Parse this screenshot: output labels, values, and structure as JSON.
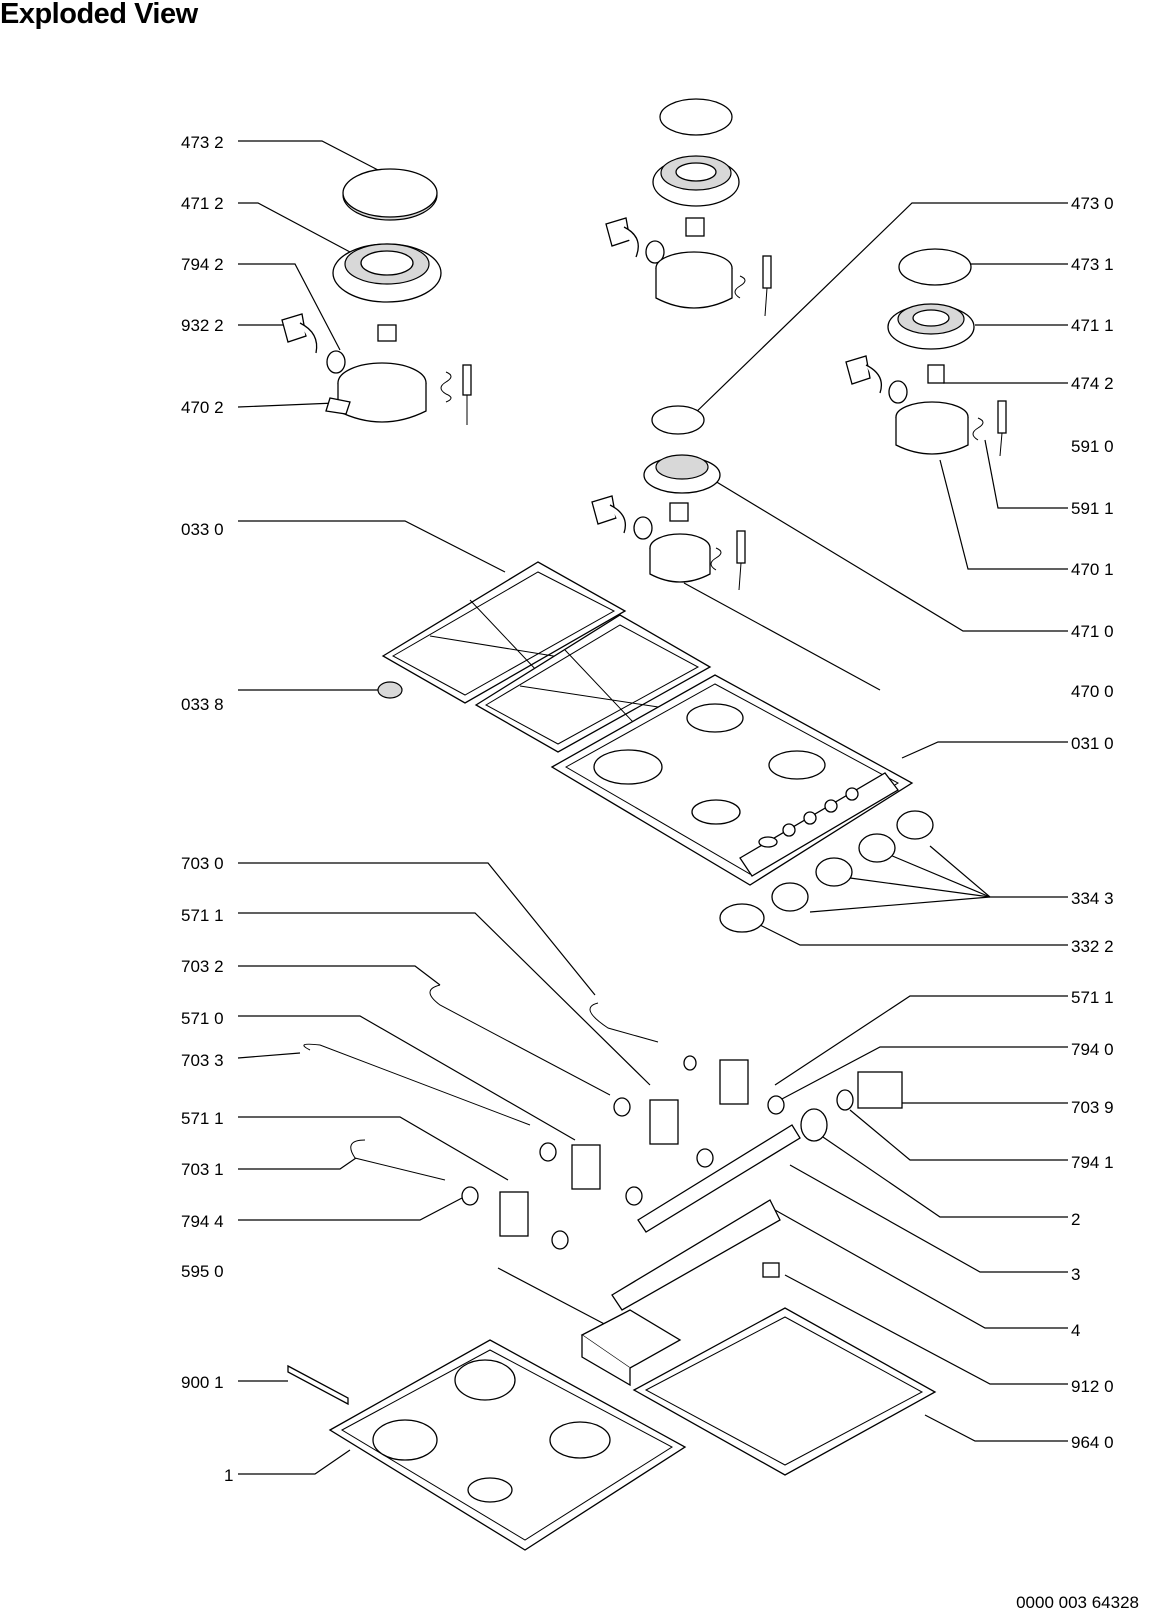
{
  "title": "Exploded View",
  "document_number": "0000 003 64328",
  "labels_left": [
    "473 2",
    "471 2",
    "794 2",
    "932 2",
    "470 2",
    "033 0",
    "033 8",
    "703 0",
    "571 1",
    "703 2",
    "571 0",
    "703 3",
    "571 1",
    "703 1",
    "794 4",
    "595 0",
    "900 1",
    "1"
  ],
  "labels_right": [
    "473 0",
    "473 1",
    "471 1",
    "474 2",
    "591 0",
    "591 1",
    "470 1",
    "471 0",
    "470 0",
    "031 0",
    "334 3",
    "332 2",
    "571 1",
    "794 0",
    "703 9",
    "794 1",
    "2",
    "3",
    "4",
    "912 0",
    "964 0"
  ]
}
